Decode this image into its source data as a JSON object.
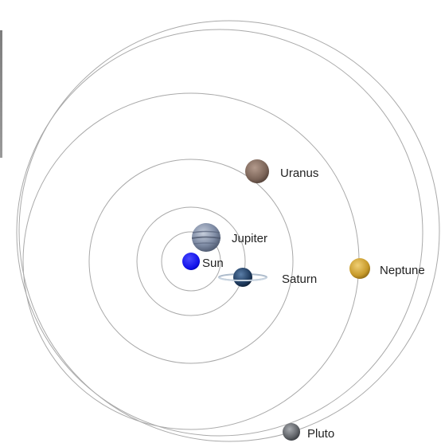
{
  "sun": {
    "label": "Sun",
    "color": "#1010e8"
  },
  "planets": [
    {
      "key": "jupiter",
      "label": "Jupiter",
      "icon": "jupiter-icon"
    },
    {
      "key": "saturn",
      "label": "Saturn",
      "icon": "saturn-icon"
    },
    {
      "key": "uranus",
      "label": "Uranus",
      "icon": "uranus-icon"
    },
    {
      "key": "neptune",
      "label": "Neptune",
      "icon": "neptune-icon"
    },
    {
      "key": "pluto",
      "label": "Pluto",
      "icon": "pluto-icon"
    }
  ],
  "colors": {
    "orbit": "#a9a9a9",
    "jupiter": "#8a97ad",
    "saturn": "#1f3b5e",
    "uranus": "#7b6458",
    "neptune": "#c79a2a",
    "pluto": "#5e6166"
  }
}
